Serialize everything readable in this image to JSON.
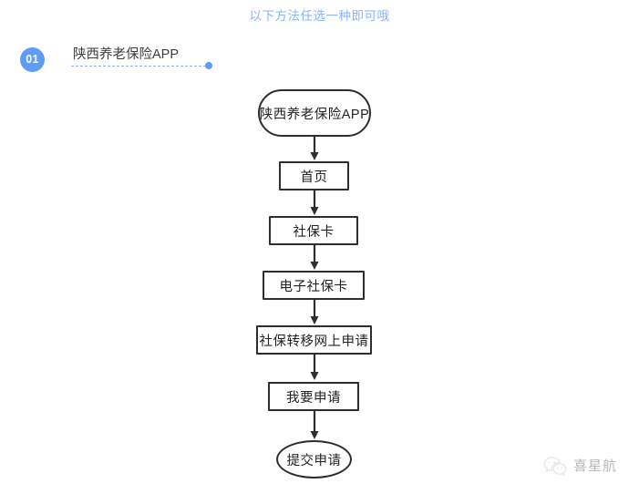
{
  "header": {
    "note": "以下方法任选一种即可哦",
    "note_color": "#8ab4f8"
  },
  "step": {
    "badge": "01",
    "label": "陕西养老保险APP",
    "badge_color": "#5e9cf5",
    "underline_color": "#8ab4f8"
  },
  "flow": {
    "type": "flowchart",
    "orientation": "vertical",
    "node_border_color": "#2e2e2e",
    "nodes": [
      {
        "id": "n1",
        "shape": "stadium",
        "label": "陕西养老保险APP"
      },
      {
        "id": "n2",
        "shape": "rect",
        "label": "首页"
      },
      {
        "id": "n3",
        "shape": "rect",
        "label": "社保卡"
      },
      {
        "id": "n4",
        "shape": "rect",
        "label": "电子社保卡"
      },
      {
        "id": "n5",
        "shape": "rect",
        "label": "社保转移网上申请"
      },
      {
        "id": "n6",
        "shape": "rect",
        "label": "我要申请"
      },
      {
        "id": "n7",
        "shape": "ellipse",
        "label": "提交申请"
      }
    ],
    "edges": [
      {
        "from": "n1",
        "to": "n2"
      },
      {
        "from": "n2",
        "to": "n3"
      },
      {
        "from": "n3",
        "to": "n4"
      },
      {
        "from": "n4",
        "to": "n5"
      },
      {
        "from": "n5",
        "to": "n6"
      },
      {
        "from": "n6",
        "to": "n7"
      }
    ]
  },
  "watermark": {
    "icon": "wechat-logo-icon",
    "text": "喜星航",
    "text_color": "#b9b9b9"
  }
}
